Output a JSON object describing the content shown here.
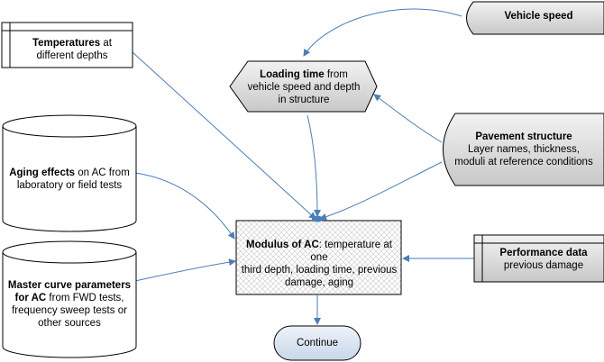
{
  "diagram": {
    "nodes": {
      "temperatures": {
        "bold": "Temperatures",
        "rest": " at",
        "line2": "different depths"
      },
      "vehicle_speed": {
        "bold": "Vehicle speed"
      },
      "loading_time": {
        "bold": "Loading time",
        "rest": " from",
        "line2": "vehicle speed and depth",
        "line3": "in structure"
      },
      "pavement_structure": {
        "bold": "Pavement structure",
        "line2": "Layer names, thickness,",
        "line3": "moduli at reference conditions"
      },
      "aging_effects": {
        "bold": "Aging effects",
        "rest": " on AC from",
        "line2": "laboratory or field tests"
      },
      "modulus_ac": {
        "bold": "Modulus of AC",
        "rest": ": temperature at one",
        "line2": "third depth, loading time, previous",
        "line3": "damage, aging"
      },
      "performance_data": {
        "bold": "Performance data",
        "line2": "previous damage"
      },
      "master_curve": {
        "bold1": "Master curve parameters",
        "bold2": "for AC",
        "rest": " from FWD tests,",
        "line3": "frequency sweep tests or",
        "line4": "other sources"
      },
      "continue": {
        "label": "Continue"
      }
    },
    "colors": {
      "arrow": "#4a7ebb",
      "shape_fill": "#d9d9d9",
      "outline": "#000000",
      "continue_fill": "#dce6f2"
    }
  }
}
